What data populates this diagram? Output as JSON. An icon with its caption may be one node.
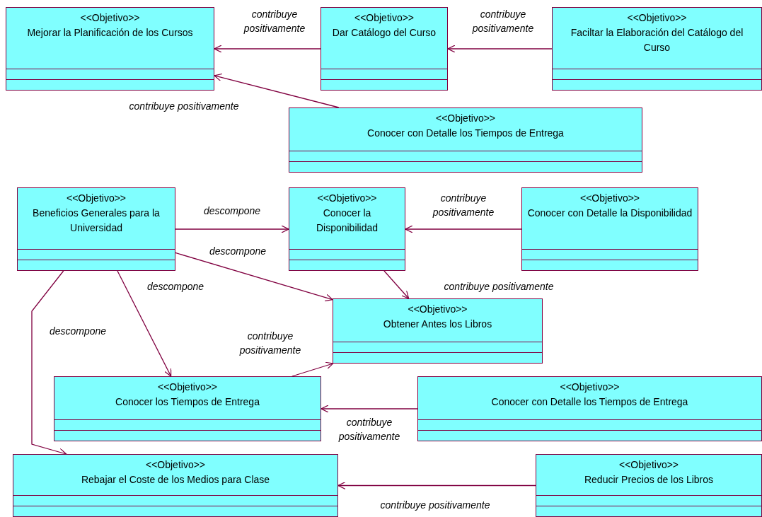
{
  "diagram": {
    "nodes": [
      {
        "text": [
          "<<Objetivo>>",
          "Mejorar la Planificación de los Cursos"
        ]
      },
      {
        "text": [
          "<<Objetivo>>",
          "Dar Catálogo del Curso"
        ]
      },
      {
        "text": [
          "<<Objetivo>>",
          "Faciltar la Elaboración del Catálogo del Curso"
        ]
      },
      {
        "text": [
          "<<Objetivo>>",
          "Conocer con Detalle los Tiempos de Entrega"
        ]
      },
      {
        "text": [
          "<<Objetivo>>",
          "Beneficios Generales para la Universidad"
        ]
      },
      {
        "text": [
          "<<Objetivo>>",
          "Conocer la Disponibilidad"
        ]
      },
      {
        "text": [
          "<<Objetivo>>",
          "Conocer con Detalle la Disponibilidad"
        ]
      },
      {
        "text": [
          "<<Objetivo>>",
          "Obtener Antes los Libros"
        ]
      },
      {
        "text": [
          "<<Objetivo>>",
          "Conocer los Tiempos de Entrega"
        ]
      },
      {
        "text": [
          "<<Objetivo>>",
          "Conocer con Detalle los Tiempos de Entrega"
        ]
      },
      {
        "text": [
          "<<Objetivo>>",
          "Rebajar el Coste de los Medios para Clase"
        ]
      },
      {
        "text": [
          "<<Objetivo>>",
          "Reducir Precios de los Libros"
        ]
      }
    ],
    "edges": [
      {
        "from": 1,
        "to": 0,
        "arrow": "to",
        "label": "contribuye positivamente"
      },
      {
        "from": 2,
        "to": 1,
        "arrow": "to",
        "label": "contribuye positivamente"
      },
      {
        "from": 3,
        "to": 0,
        "arrow": "to",
        "label": "contribuye positivamente"
      },
      {
        "from": 4,
        "to": 5,
        "arrow": "to",
        "label": "descompone"
      },
      {
        "from": 4,
        "to": 7,
        "arrow": "to",
        "label": "descompone"
      },
      {
        "from": 4,
        "to": 8,
        "arrow": "to",
        "label": "descompone"
      },
      {
        "from": 4,
        "to": 10,
        "arrow": "to",
        "label": "descompone"
      },
      {
        "from": 5,
        "to": 7,
        "arrow": "to",
        "label": "contribuye positivamente"
      },
      {
        "from": 6,
        "to": 5,
        "arrow": "to",
        "label": "contribuye positivamente"
      },
      {
        "from": 8,
        "to": 7,
        "arrow": "to",
        "label": "contribuye positivamente"
      },
      {
        "from": 9,
        "to": 8,
        "arrow": "to",
        "label": "contribuye positivamente"
      },
      {
        "from": 11,
        "to": 10,
        "arrow": "to",
        "label": "contribuye positivamente"
      }
    ]
  }
}
